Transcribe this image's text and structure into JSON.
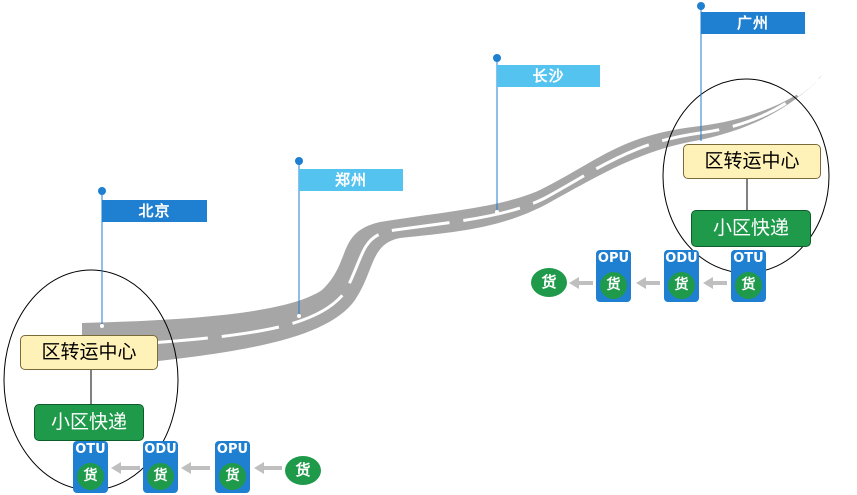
{
  "cities": [
    "北京",
    "郑州",
    "长沙",
    "广州"
  ],
  "left_station": {
    "hub": "区转运中心",
    "delivery": "小区快递",
    "packets": [
      {
        "label": "OTU",
        "goods": "货"
      },
      {
        "label": "ODU",
        "goods": "货"
      },
      {
        "label": "OPU",
        "goods": "货"
      }
    ],
    "goods": "货"
  },
  "right_station": {
    "hub": "区转运中心",
    "delivery": "小区快递",
    "packets": [
      {
        "label": "OPU",
        "goods": "货"
      },
      {
        "label": "ODU",
        "goods": "货"
      },
      {
        "label": "OTU",
        "goods": "货"
      }
    ],
    "goods": "货"
  },
  "colors": {
    "flag_dark": "#1f7fd0",
    "flag_light": "#54c3f0",
    "road": "#a6a6a6",
    "hub_fill": "#fff2b8",
    "delivery_fill": "#1f9a4b",
    "packet_fill": "#1f7fd0"
  }
}
